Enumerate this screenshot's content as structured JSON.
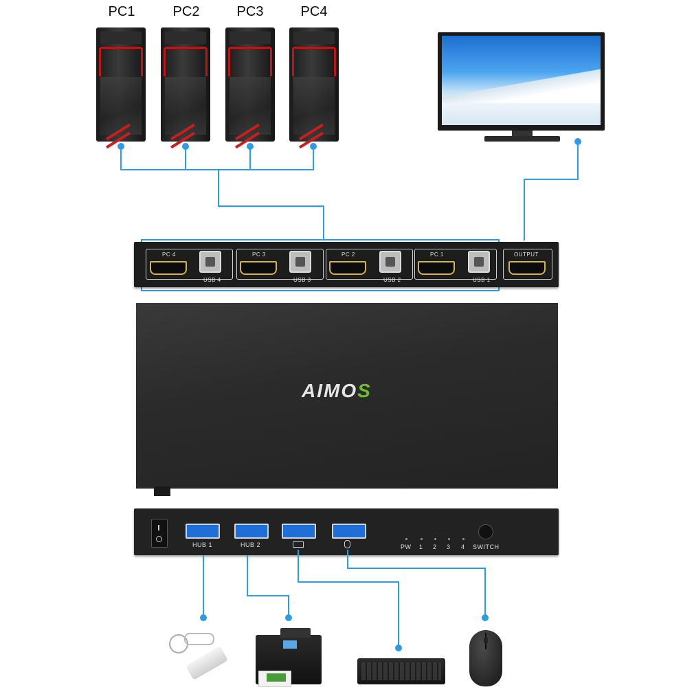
{
  "pcs": [
    {
      "label": "PC1"
    },
    {
      "label": "PC2"
    },
    {
      "label": "PC3"
    },
    {
      "label": "PC4"
    }
  ],
  "rear_panel": {
    "groups": [
      {
        "pc_label": "PC 4",
        "usb_label": "USB 4"
      },
      {
        "pc_label": "PC 3",
        "usb_label": "USB 3"
      },
      {
        "pc_label": "PC 2",
        "usb_label": "USB 2"
      },
      {
        "pc_label": "PC 1",
        "usb_label": "USB 1"
      }
    ],
    "output_label": "OUTPUT"
  },
  "device": {
    "brand": "AIMO",
    "brand_accent": "S"
  },
  "front_panel": {
    "hub1": "HUB 1",
    "hub2": "HUB 2",
    "leds": [
      "PW",
      "1",
      "2",
      "3",
      "4"
    ],
    "switch": "SWITCH"
  },
  "peripherals": [
    "usb-flash-drive",
    "printer",
    "keyboard",
    "mouse"
  ],
  "colors": {
    "wire": "#2f9be0",
    "logo_accent": "#6cbf2a",
    "usb3_port": "#1f6fd6",
    "hdmi_gold": "#d4b25a"
  }
}
